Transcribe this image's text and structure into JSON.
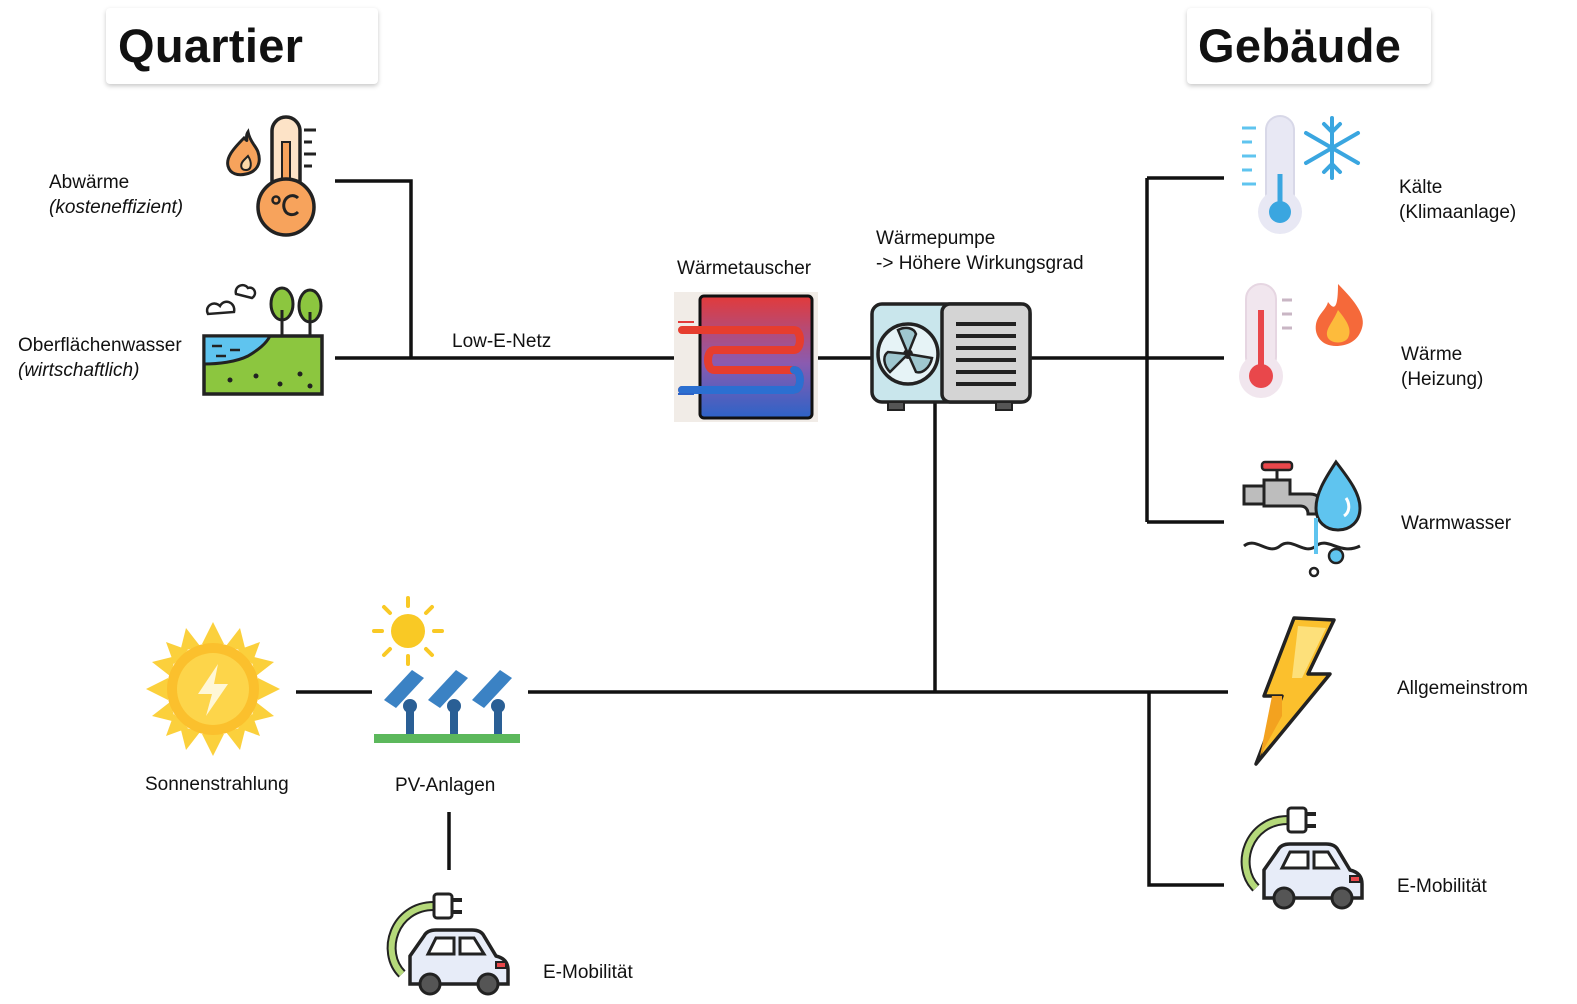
{
  "headings": {
    "left": "Quartier",
    "right": "Gebäude"
  },
  "sources": {
    "abwaerme": {
      "name": "Abwärme",
      "note": "(kosteneffizient)"
    },
    "oberflaechenwasser": {
      "name": "Oberflächenwasser",
      "note": "(wirtschaftlich)"
    },
    "sonnenstrahlung": "Sonnenstrahlung",
    "pv_anlagen": "PV-Anlagen",
    "e_mobilitaet": "E-Mobilität"
  },
  "network": {
    "label": "Low-E-Netz"
  },
  "components": {
    "waermetauscher": "Wärmetauscher",
    "waermepumpe": {
      "line1": "Wärmepumpe",
      "line2": "-> Höhere Wirkungsgrad"
    }
  },
  "consumers": {
    "kaelte": {
      "line1": "Kälte",
      "line2": "(Klimaanlage)"
    },
    "waerme": {
      "line1": "Wärme",
      "line2": "(Heizung)"
    },
    "warmwasser": "Warmwasser",
    "allgemeinstrom": "Allgemeinstrom",
    "e_mobilitaet": "E-Mobilität"
  },
  "icons": [
    "fire-thermometer-icon",
    "lake-landscape-icon",
    "heat-exchanger-icon",
    "heat-pump-icon",
    "cold-thermometer-icon",
    "hot-thermometer-icon",
    "water-tap-icon",
    "sun-icon",
    "solar-panels-icon",
    "lightning-icon",
    "electric-car-icon"
  ],
  "colors": {
    "line": "#111111",
    "orange": "#f7a35c",
    "blue": "#5fc4ef",
    "red": "#e9474b",
    "green": "#8cc63f",
    "yellow": "#f9c925"
  }
}
